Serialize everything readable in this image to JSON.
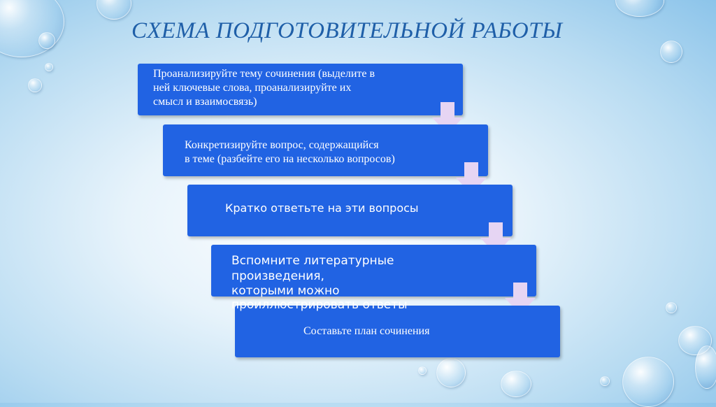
{
  "slide": {
    "title": "СХЕМА ПОДГОТОВИТЕЛЬНОЙ РАБОТЫ",
    "steps": [
      {
        "lines": [
          "Проанализируйте тему сочинения (выделите в",
          "ней ключевые слова, проанализируйте их",
          "смысл и взаимосвязь)"
        ]
      },
      {
        "lines": [
          "Конкретизируйте вопрос, содержащийся",
          "в теме (разбейте его на несколько вопросов)"
        ]
      },
      {
        "lines": [
          "Кратко ответьте на эти вопросы"
        ]
      },
      {
        "lines": [
          "Вспомните литературные",
          "произведения,",
          "которыми можно",
          "проиллюстрировать ответы"
        ]
      },
      {
        "lines": [
          "Составьте план сочинения"
        ]
      }
    ]
  },
  "colors": {
    "box": "#2163e3",
    "arrow": "#e6d5f3",
    "title": "#1f5fa8"
  },
  "decor": {
    "bubble_icon": "water-drop-icon",
    "arrow_icon": "down-arrow-icon"
  }
}
